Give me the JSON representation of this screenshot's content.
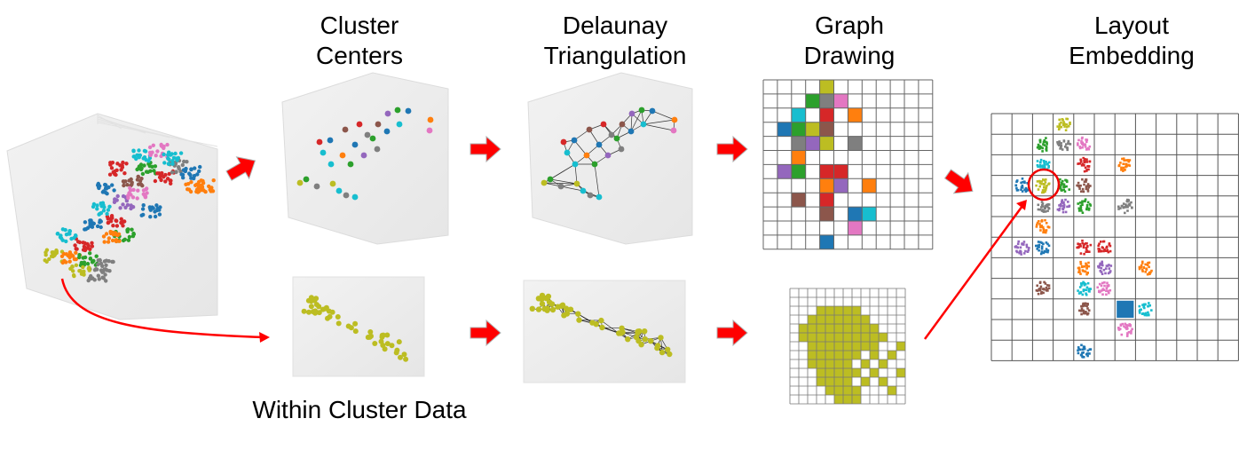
{
  "labels": {
    "cluster_centers_1": "Cluster",
    "cluster_centers_2": "Centers",
    "delaunay_1": "Delaunay",
    "delaunay_2": "Triangulation",
    "graph_drawing_1": "Graph",
    "graph_drawing_2": "Drawing",
    "layout_embedding_1": "Layout",
    "layout_embedding_2": "Embedding",
    "within_cluster": "Within Cluster Data"
  },
  "colors": {
    "arrow": "#ff0000",
    "olive": "#bcbd22",
    "blue": "#1f77b4",
    "orange": "#ff7f0e",
    "green": "#2ca02c",
    "red": "#d62728",
    "purple": "#9467bd",
    "brown": "#8c564b",
    "pink": "#e377c2",
    "gray": "#7f7f7f",
    "cyan": "#17becf"
  }
}
